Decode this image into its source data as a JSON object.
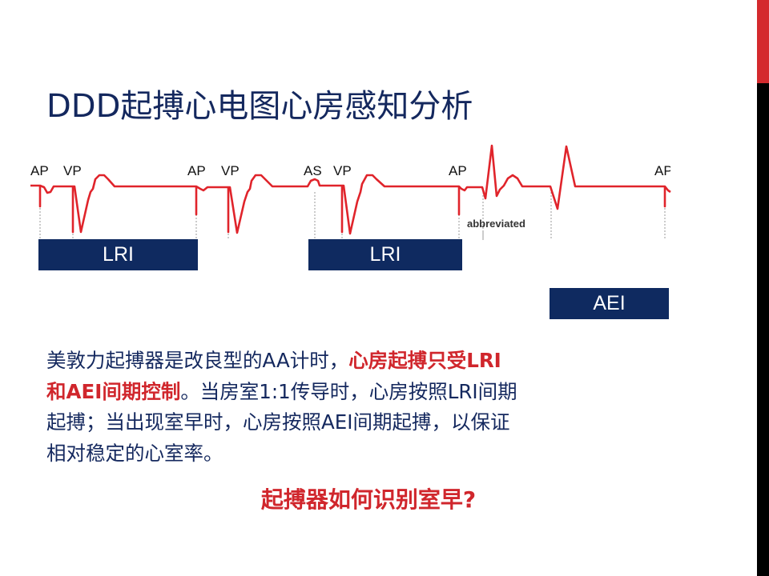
{
  "slide": {
    "title": "DDD起搏心电图心房感知分析",
    "accent_colors": {
      "red": "#d42a2e",
      "navy": "#0f2a60",
      "text": "#14285e"
    }
  },
  "ecg": {
    "labels": [
      "AP",
      "VP",
      "AP",
      "VP",
      "AS",
      "VP",
      "AP",
      "AP"
    ],
    "annotation": "abbreviated",
    "intervals": [
      "LRI",
      "LRI",
      "AEI"
    ]
  },
  "body": {
    "line1_normal": "美敦力起搏器是改良型的AA计时，",
    "line1_red": "心房起搏只受LRI",
    "line2_red": "和AEI间期控制",
    "line2_normal": "。当房室1:1传导时，心房按照LRI间期",
    "line3": "起搏；当出现室早时，心房按照AEI间期起搏，以保证",
    "line4": "相对稳定的心室率。"
  },
  "question": "起搏器如何识别室早?"
}
